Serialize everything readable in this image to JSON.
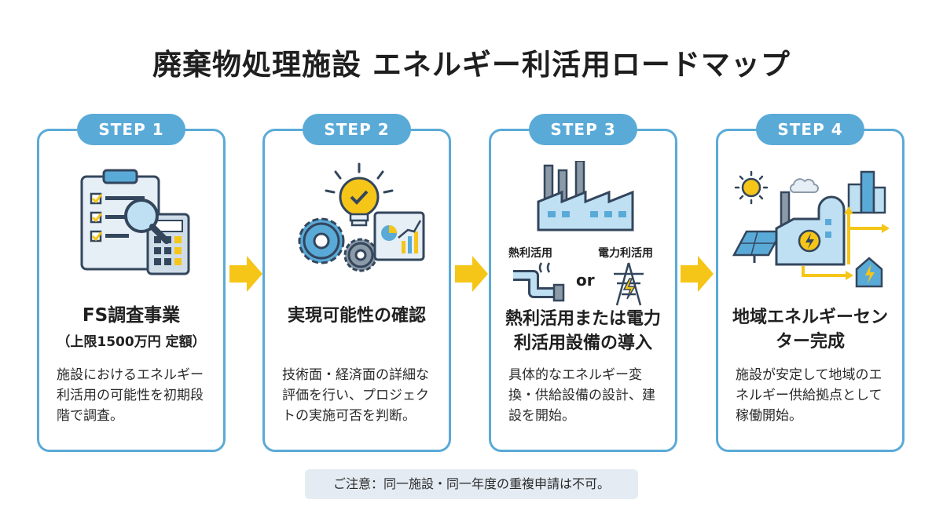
{
  "title": "廃棄物処理施設 エネルギー利活用ロードマップ",
  "steps": [
    {
      "badge": "STEP 1",
      "title": "FS調査事業",
      "subtitle": "（上限1500万円 定額）",
      "desc": "施設におけるエネルギー利活用の可能性を初期段階で調査。",
      "icon": "checklist-magnifier-icon"
    },
    {
      "badge": "STEP 2",
      "title": "実現可能性の確認",
      "desc": "技術面・経済面の詳細な評価を行い、プロジェクトの実施可否を判断。",
      "icon": "lightbulb-gears-icon"
    },
    {
      "badge": "STEP 3",
      "title": "熱利活用または電力利活用設備の導入",
      "heat_label": "熱利活用",
      "power_label": "電力利活用",
      "or_label": "or",
      "desc": "具体的なエネルギー変換・供給設備の設計、建設を開始。",
      "icon": "factory-icon"
    },
    {
      "badge": "STEP 4",
      "title": "地域エネルギーセンター完成",
      "desc": "施設が安定して地域のエネルギー供給拠点として稼働開始。",
      "icon": "energy-center-icon"
    }
  ],
  "note": "ご注意：同一施設・同一年度の重複申請は不可。",
  "colors": {
    "accent_blue": "#5aaad8",
    "arrow_yellow": "#f5c518",
    "note_bg": "#e4ebf3"
  }
}
